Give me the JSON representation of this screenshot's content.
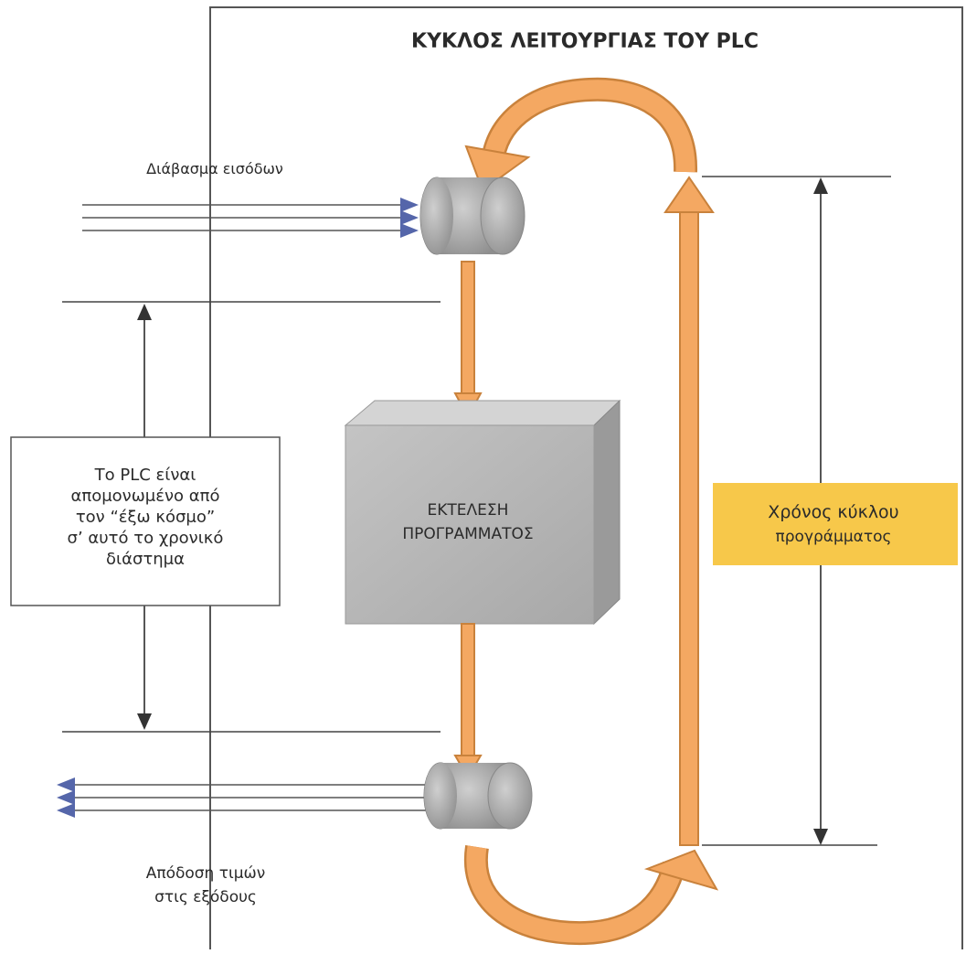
{
  "title": "ΚΥΚΛΟΣ ΛΕΙΤΟΥΡΓΙΑΣ ΤΟΥ PLC",
  "input_label": "Διάβασμα εισόδων",
  "output_label_lines": [
    "Απόδοση τιμών",
    "στις εξόδους"
  ],
  "isolation_note_lines": [
    "Το PLC είναι",
    "απομονωμένο από",
    "τον “έξω κόσμο”",
    "σ’ αυτό το χρονικό",
    "διάστημα"
  ],
  "program_block_lines": [
    "ΕΚΤΕΛΕΣΗ",
    "ΠΡΟΓΡΑΜΜΑΤΟΣ"
  ],
  "cycle_time_lines": [
    "Χρόνος κύκλου",
    "προγράμματος"
  ],
  "colors": {
    "arrow_fill": "#f4a862",
    "arrow_stroke": "#c9823c",
    "highlight": "#f7c84a",
    "block_front": "#b9b9b9",
    "block_top": "#d4d4d4",
    "block_side": "#9a9a9a",
    "signal_arrow": "#5566aa"
  }
}
